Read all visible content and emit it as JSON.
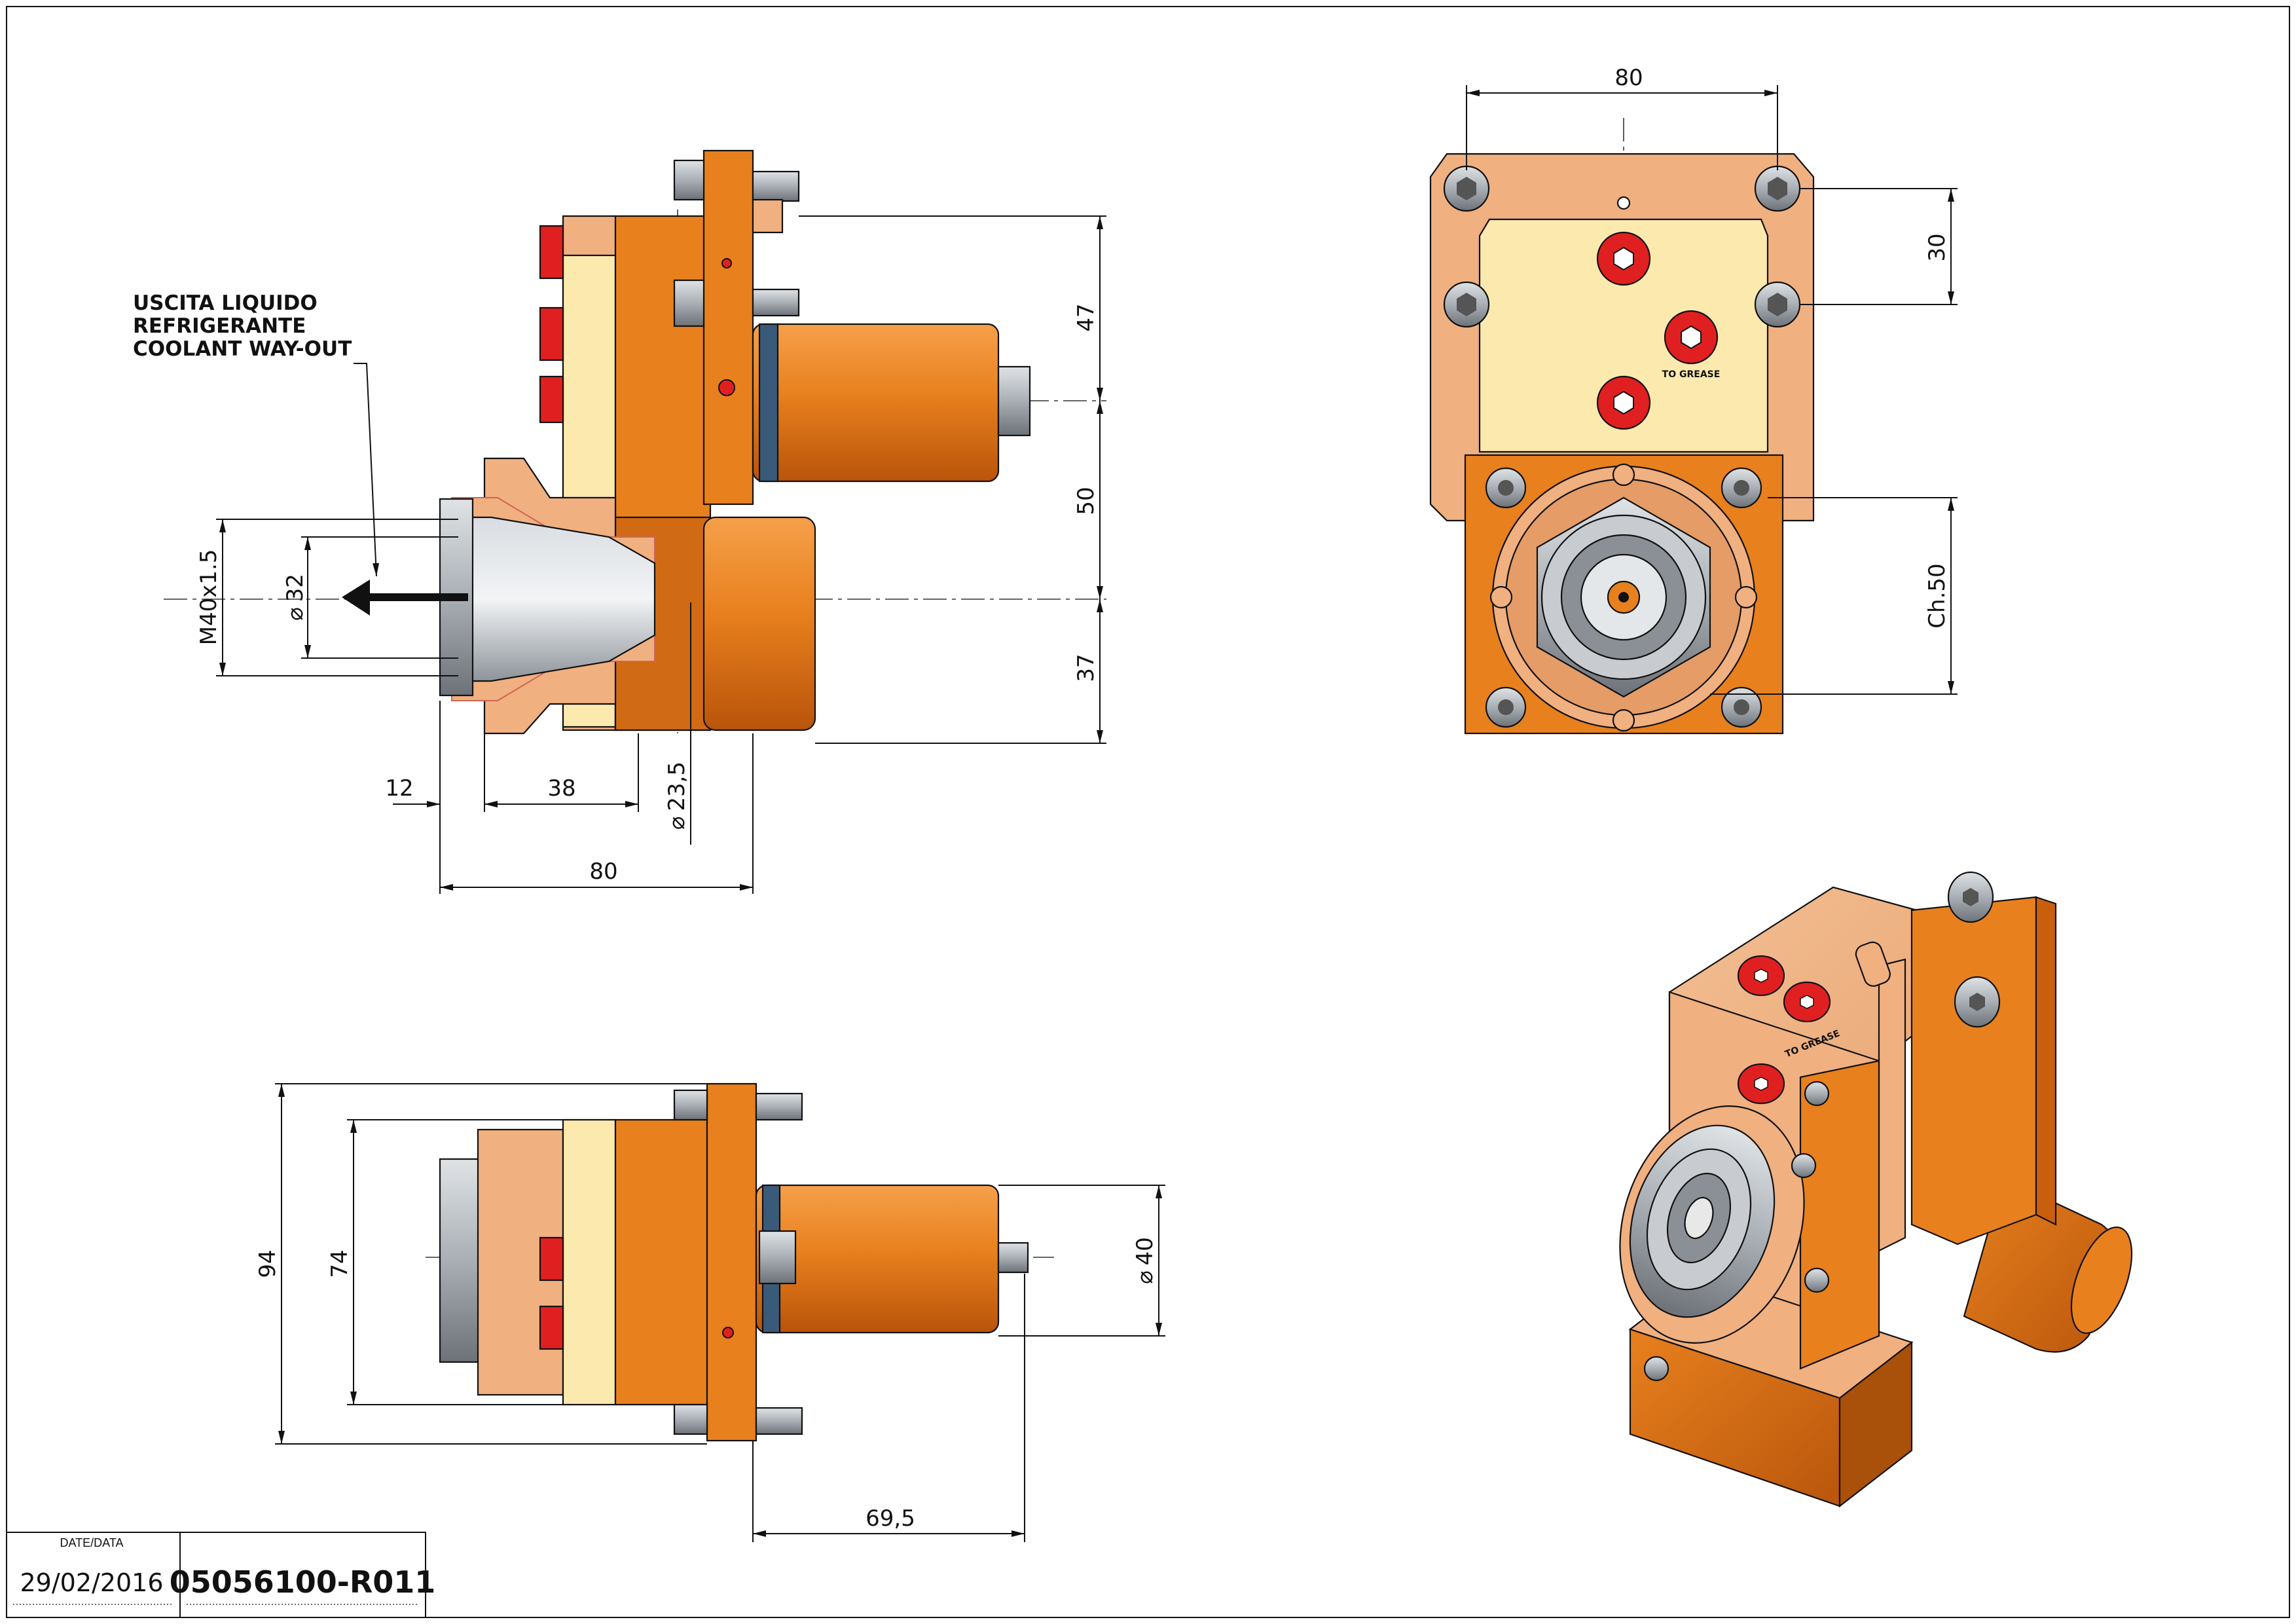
{
  "colors": {
    "orange": "#e8801e",
    "orange_dark": "#c95f0c",
    "salmon": "#f0b080",
    "cream": "#fbe9ae",
    "grey": "#9aa0a6",
    "red": "#e02020",
    "line": "#111111"
  },
  "note": {
    "line1": "USCITA LIQUIDO",
    "line2": "REFRIGERANTE",
    "line3": "COOLANT WAY-OUT"
  },
  "side_view": {
    "dim_47": "47",
    "dim_50": "50",
    "dim_37": "37",
    "dim_thread": "M40x1.5",
    "dim_dia32": "32",
    "dim_12": "12",
    "dim_38": "38",
    "dim_dia23_5": "23,5",
    "dim_80": "80"
  },
  "front_view": {
    "dim_80": "80",
    "dim_30": "30",
    "dim_ch50": "Ch.50",
    "grease_label": "TO GREASE"
  },
  "top_view": {
    "dim_94": "94",
    "dim_74": "74",
    "dim_dia40": "40",
    "dim_69_5": "69,5"
  },
  "iso_view": {
    "grease_label": "TO GREASE"
  },
  "title_block": {
    "date_label": "DATE/DATA",
    "date": "29/02/2016",
    "code": "05056100-R011"
  },
  "symbols": {
    "diameter": "⌀"
  }
}
